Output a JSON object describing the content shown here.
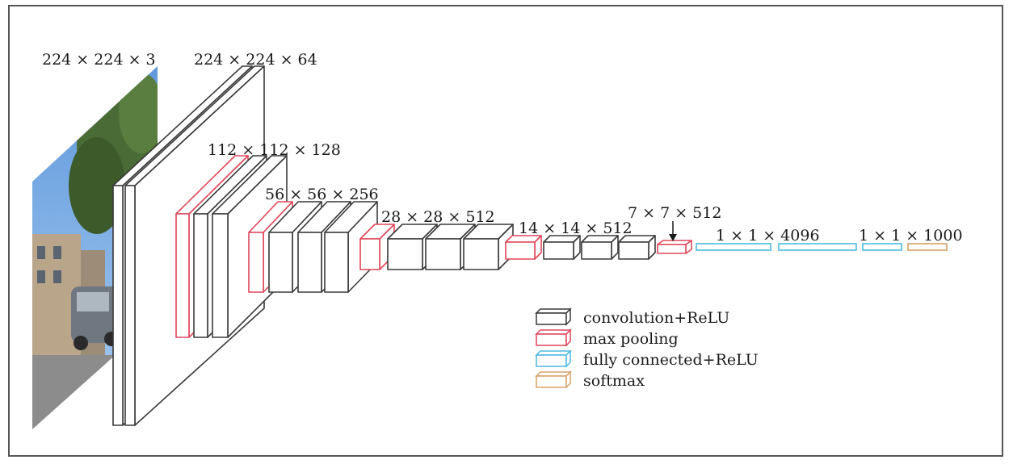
{
  "layer_labels": {
    "input": "224 × 224 × 3",
    "conv1": "224 × 224 × 64",
    "conv2": "112 × 112 × 128",
    "conv3": "56 × 56 × 256",
    "conv4": "28 × 28 × 512",
    "conv5": "14 × 14 × 512",
    "pool5": "7 × 7 × 512",
    "fc": "1 × 1 × 4096",
    "softmax": "1 × 1 × 1000"
  },
  "legend": {
    "items": [
      {
        "key": "conv",
        "label": "convolution+ReLU",
        "color": "#3a3a3a"
      },
      {
        "key": "pool",
        "label": "max pooling",
        "color": "#e0475a"
      },
      {
        "key": "fc",
        "label": "fully connected+ReLU",
        "color": "#4cb8e6"
      },
      {
        "key": "softmax",
        "label": "softmax",
        "color": "#d9a066"
      }
    ]
  },
  "colors": {
    "conv": "#3a3a3a",
    "pool": "#e0475a",
    "fc": "#4cb8e6",
    "softmax": "#d9a066",
    "frame": "#555555",
    "sky": "#7fb2e5",
    "foliage": "#4b6b36"
  },
  "input_image": {
    "icon": "street-scene-photo-icon"
  }
}
